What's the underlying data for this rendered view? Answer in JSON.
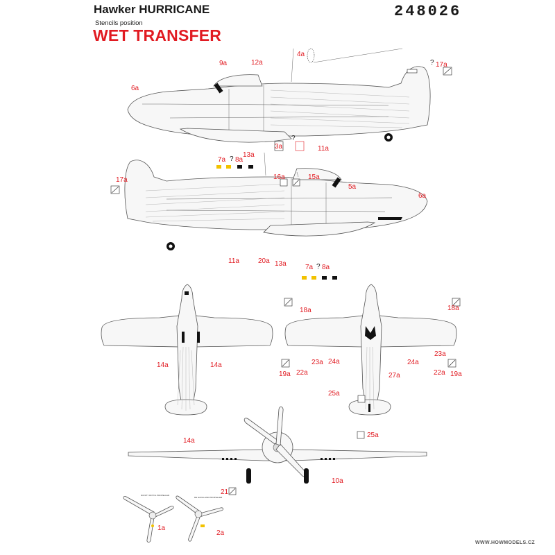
{
  "header": {
    "title": "Hawker HURRICANE",
    "subtitle": "Stencils position",
    "wet": "WET TRANSFER",
    "code": "248026"
  },
  "footer": {
    "site": "WWW.HOWMODELS.CZ"
  },
  "colors": {
    "label_red": "#e11b22",
    "ink": "#1a1a1a",
    "line": "#555555",
    "yellow": "#f2c200"
  },
  "labels": {
    "l6a_top": "6a",
    "l9a": "9a",
    "l12a": "12a",
    "l4a": "4a",
    "l17a_top": "17a",
    "q_top": "?",
    "l3a": "3a",
    "l11a_top": "11a",
    "l13a_top": "13a",
    "l7a_top": "7a",
    "q_mid_top": "?",
    "l8a_top": "8a",
    "q_under": "?",
    "l17a_bot": "17a",
    "l16a": "16a",
    "l15a": "15a",
    "l5a": "5a",
    "l6a_bot": "6a",
    "l11a_bot": "11a",
    "l20a": "20a",
    "l13a_bot": "13a",
    "l7a_bot": "7a",
    "q_bot": "?",
    "l8a_bot": "8a",
    "l14a_l": "14a",
    "l14a_r": "14a",
    "l14a_b": "14a",
    "l18a_l": "18a",
    "l18a_r": "18a",
    "l19a_l": "19a",
    "l22a_l": "22a",
    "l23a_l": "23a",
    "l24a_l": "24a",
    "l27a": "27a",
    "l24a_r": "24a",
    "l23a_r": "23a",
    "l22a_r": "22a",
    "l19a_r": "19a",
    "l25a_t": "25a",
    "l25a_b": "25a",
    "l21": "21",
    "l10a": "10a",
    "l1a": "1a",
    "l2a": "2a"
  },
  "propellers": [
    {
      "label": "1a",
      "caption": "DONITY ROTOL PROPELLER"
    },
    {
      "label": "2a",
      "caption": "DE HAVILLAND PROPELLER"
    }
  ]
}
